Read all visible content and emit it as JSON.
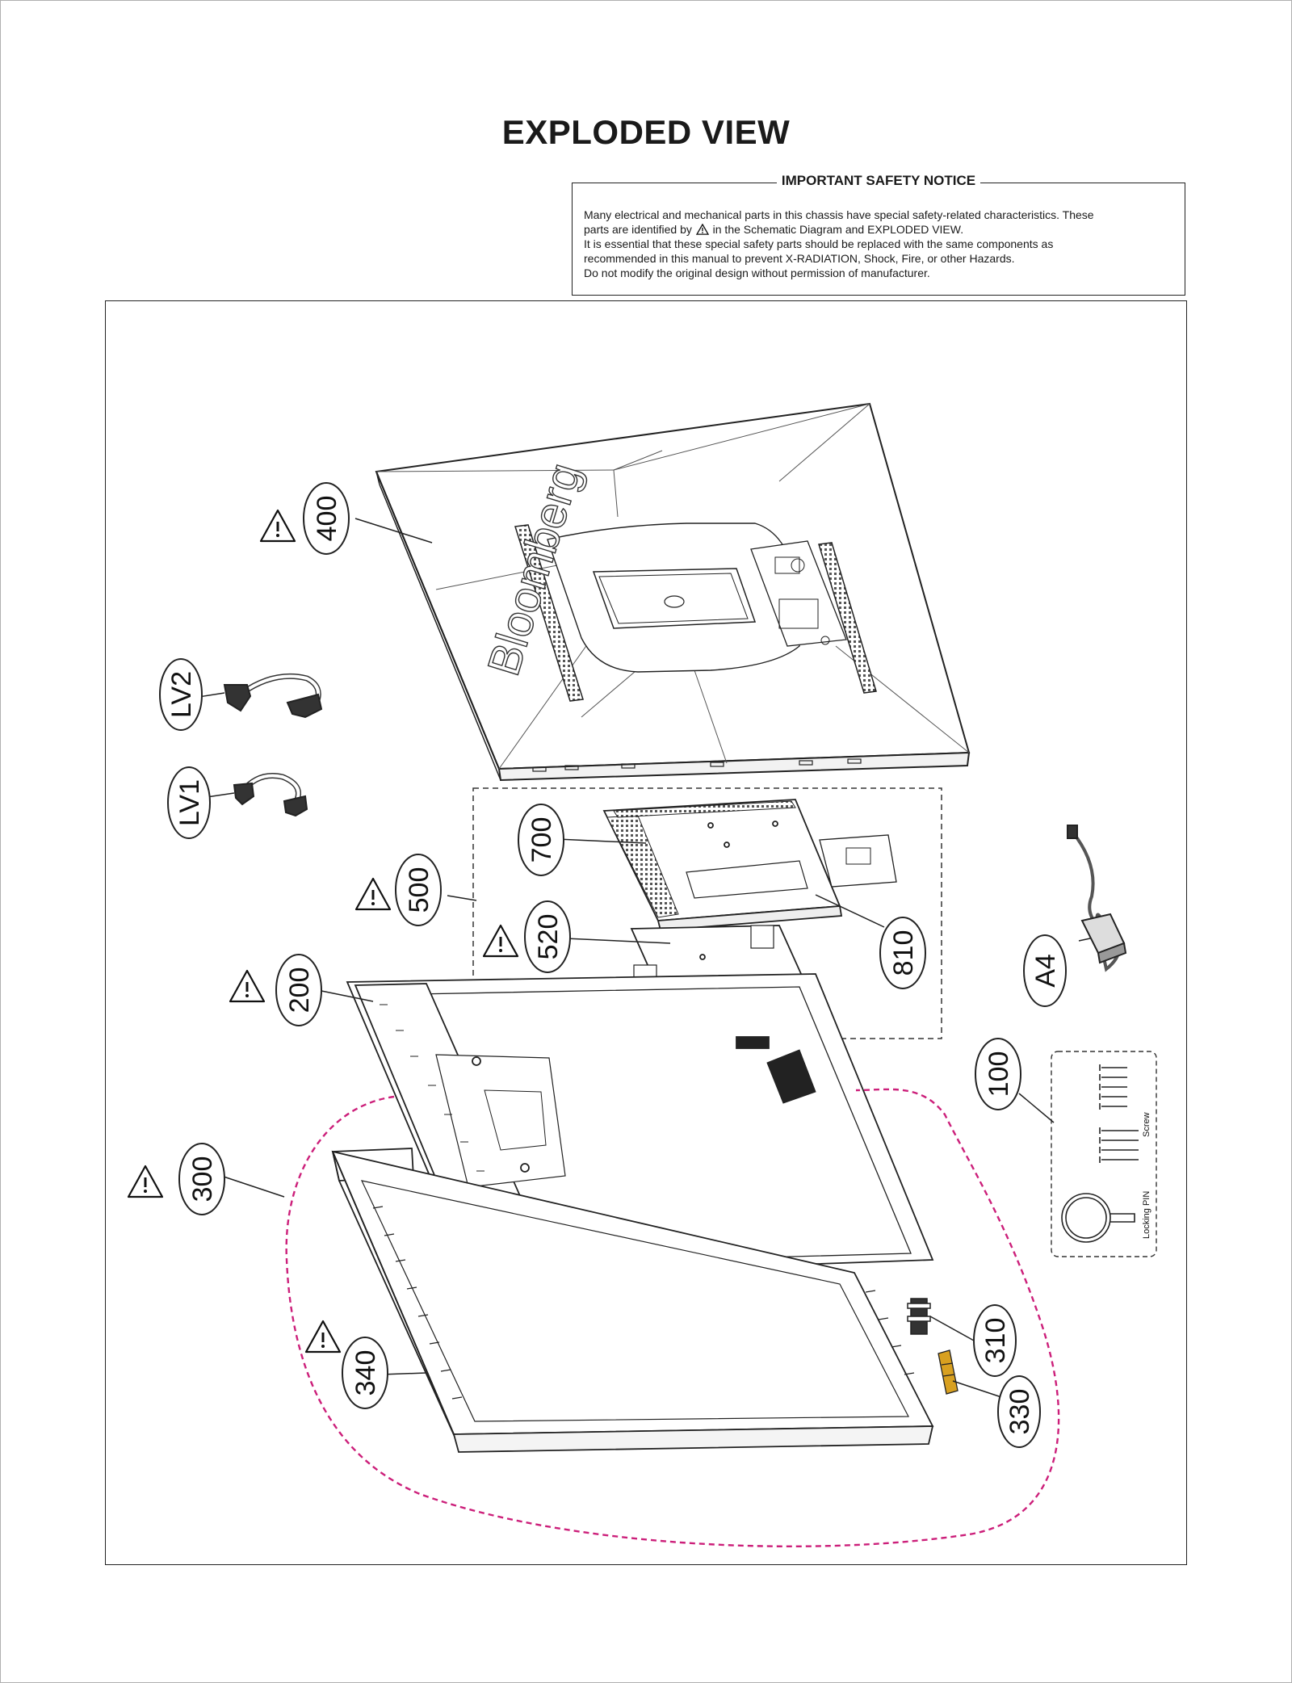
{
  "title": "EXPLODED VIEW",
  "notice": {
    "heading": "IMPORTANT SAFETY NOTICE",
    "line1": "Many electrical and mechanical parts in this chassis have special safety-related characteristics. These",
    "line2a": "parts are identified by",
    "line2b": "in the Schematic Diagram and EXPLODED VIEW.",
    "line3": "It is essential that these special safety parts should be replaced with the same components as",
    "line4": "recommended in this manual to prevent X-RADIATION, Shock, Fire, or other Hazards.",
    "line5": "Do not modify the original design without permission of manufacturer."
  },
  "labels": {
    "p400": "400",
    "lv2": "LV2",
    "lv1": "LV1",
    "p700": "700",
    "p500": "500",
    "p520": "520",
    "p810": "810",
    "pA4": "A4",
    "p200": "200",
    "p100": "100",
    "p300": "300",
    "p310": "310",
    "p340": "340",
    "p330": "330"
  },
  "brand_on_cover": "Bloomberg",
  "accessory_box": {
    "screw_label": "Screw",
    "pin_label": "Locking PIN"
  },
  "colors": {
    "line": "#222222",
    "dashed_outline_300": "#cc1f7a",
    "connector_330": "#d8a020"
  }
}
